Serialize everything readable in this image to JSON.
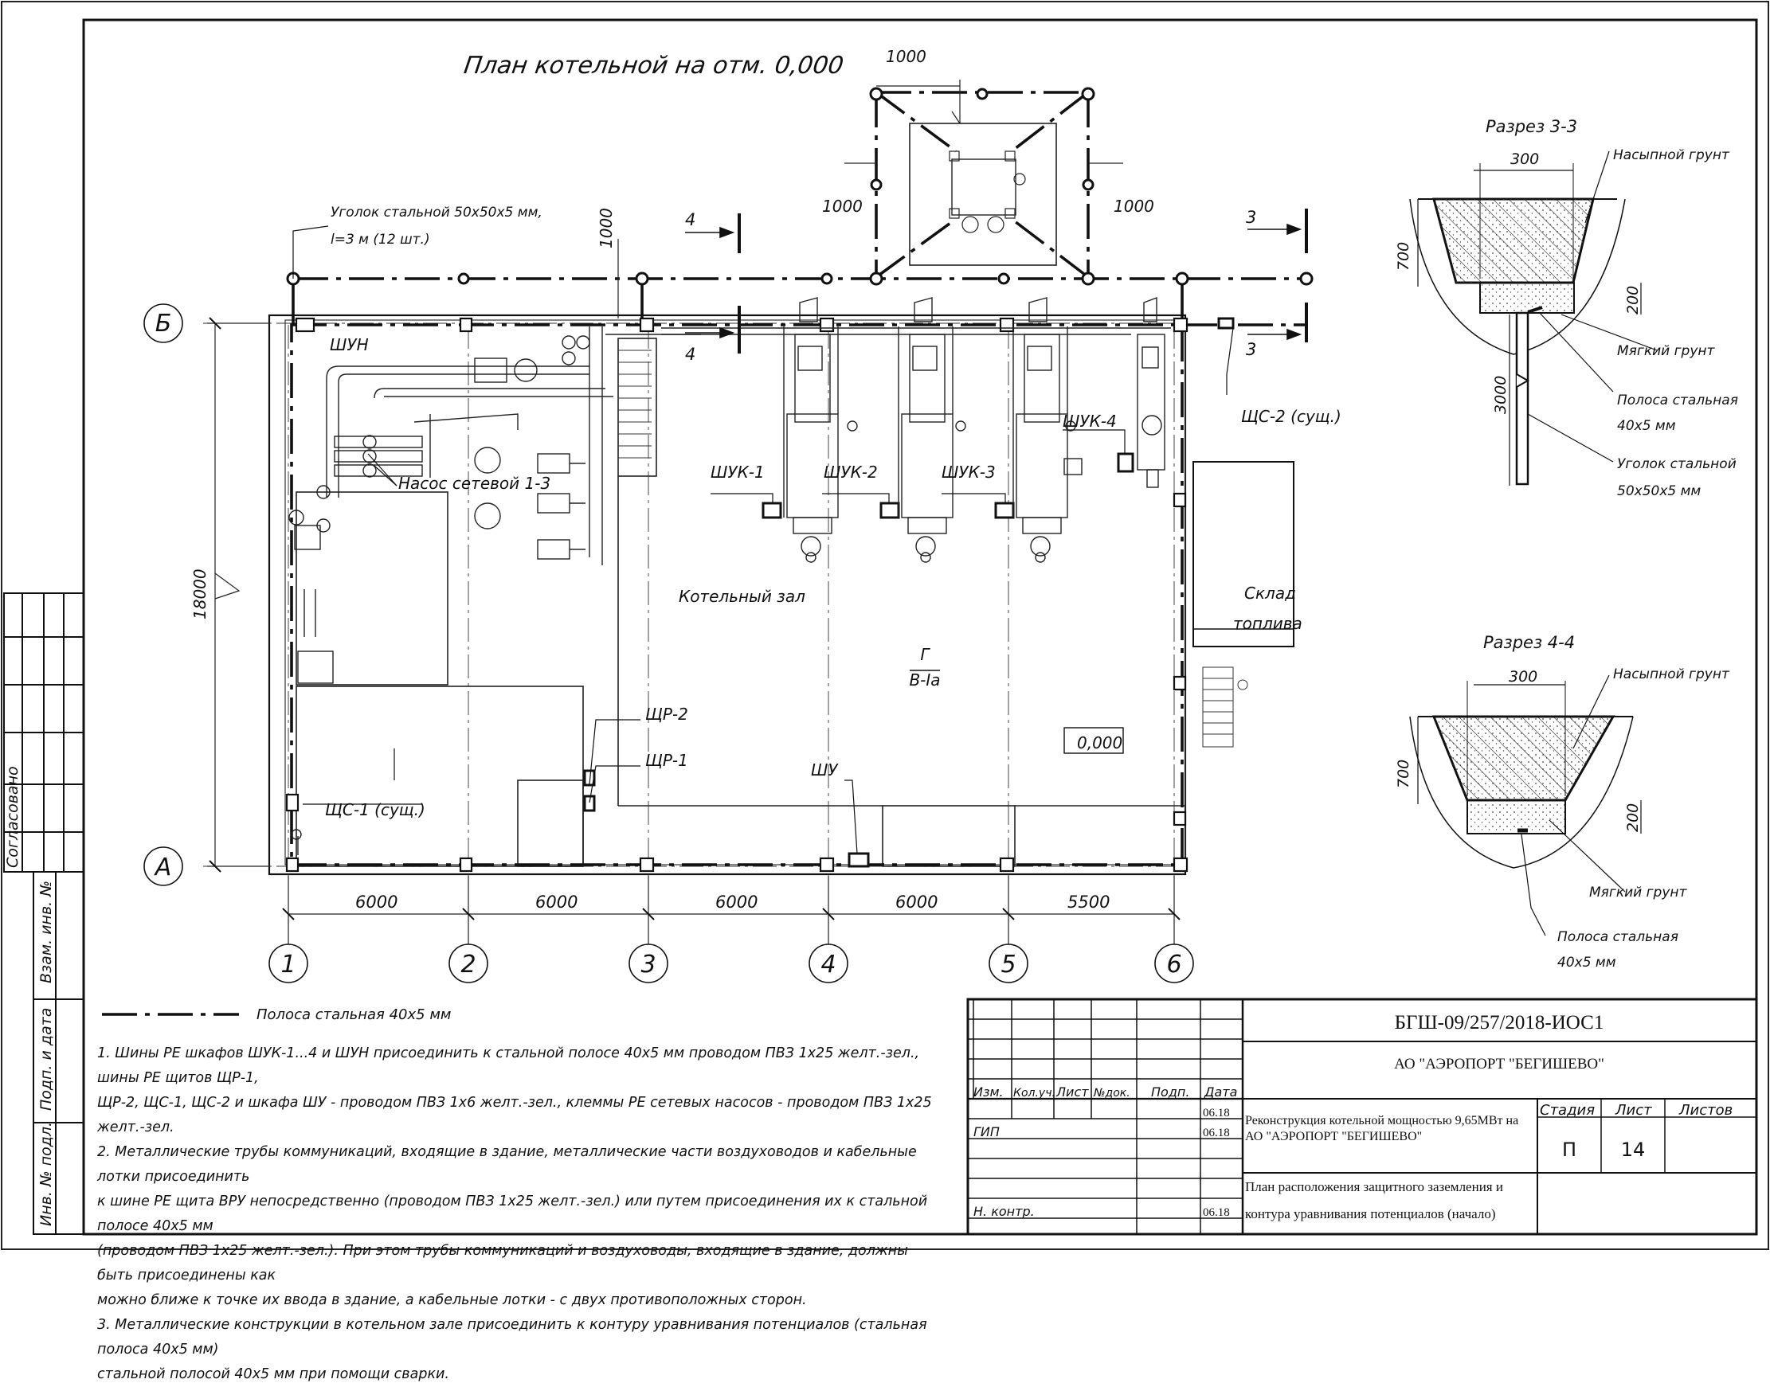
{
  "drawing": {
    "plan_title": "План котельной на отм. 0,000",
    "dims": {
      "top_1000": "1000",
      "left_1000": "1000",
      "right_1000": "1000",
      "vert_1000": "1000",
      "height_18000": "18000",
      "spans": [
        "6000",
        "6000",
        "6000",
        "6000",
        "5500"
      ]
    },
    "axes_cols": [
      "1",
      "2",
      "3",
      "4",
      "5",
      "6"
    ],
    "axes_rows": [
      "Б",
      "А"
    ],
    "section_marks": [
      "4",
      "4",
      "3",
      "3"
    ],
    "angle_note_1": "Уголок стальной 50х50х5 мм,",
    "angle_note_2": "l=3 м (12 шт.)",
    "labels": {
      "shun": "ШУН",
      "pump": "Насос сетевой 1-3",
      "shuk1": "ШУК-1",
      "shuk2": "ШУК-2",
      "shuk3": "ШУК-3",
      "shuk4": "ШУК-4",
      "shs2": "ЩС-2 (сущ.)",
      "boiler_hall": "Котельный зал",
      "cat_top": "Г",
      "cat_bottom": "В-Iа",
      "level": "0,000",
      "fuel_1": "Склад",
      "fuel_2": "топлива",
      "shr2": "ЩР-2",
      "shr1": "ЩР-1",
      "shu": "ШУ",
      "shs1": "ЩС-1 (сущ.)"
    }
  },
  "section33": {
    "title": "Разрез 3-3",
    "w300": "300",
    "h700": "700",
    "h200": "200",
    "h3000": "3000",
    "fill_soil": "Насыпной грунт",
    "soft_soil": "Мягкий грунт",
    "strip_1": "Полоса стальная",
    "strip_2": "40х5 мм",
    "angle_1": "Уголок стальной",
    "angle_2": "50х50х5 мм"
  },
  "section44": {
    "title": "Разрез 4-4",
    "w300": "300",
    "h700": "700",
    "h200": "200",
    "fill_soil": "Насыпной грунт",
    "soft_soil": "Мягкий грунт",
    "strip_1": "Полоса стальная",
    "strip_2": "40х5 мм"
  },
  "legend": "Полоса стальная 40х5 мм",
  "notes": [
    "1. Шины PE шкафов ШУК-1...4 и ШУН присоединить к стальной полосе 40х5 мм проводом ПВЗ 1х25 желт.-зел., шины PE щитов ЩР-1,",
    "ЩР-2, ЩС-1, ЩС-2 и шкафа ШУ - проводом ПВЗ 1х6 желт.-зел., клеммы PE сетевых насосов - проводом ПВЗ 1х25 желт.-зел.",
    "2. Металлические трубы коммуникаций, входящие в здание, металлические части воздуховодов и кабельные лотки присоединить",
    "к шине PE щита ВРУ непосредственно (проводом ПВЗ 1х25 желт.-зел.) или путем присоединения их к стальной полосе 40х5 мм",
    "(проводом ПВЗ 1х25 желт.-зел.). При этом трубы коммуникаций и воздуховоды, входящие в здание, должны быть присоединены как",
    "можно ближе к точке их ввода в здание, а кабельные лотки - с двух противоположных сторон.",
    "3. Металлические конструкции в котельном зале присоединить к контуру уравнивания потенциалов (стальная полоса 40х5 мм)",
    "стальной полосой 40х5 мм при помощи сварки."
  ],
  "side_stamp": {
    "agreed": "Согласовано",
    "inv_vz": "Взам. инв. №",
    "sign_date": "Подп. и дата",
    "inv_podl": "Инв. № подл."
  },
  "title_block": {
    "code": "БГШ-09/257/2018-ИОС1",
    "org": "АО \"АЭРОПОРТ \"БЕГИШЕВО\"",
    "headers": [
      "Изм.",
      "Кол.уч.",
      "Лист",
      "№док.",
      "Подп.",
      "Дата"
    ],
    "date": "06.18",
    "gip": "ГИП",
    "n_kontr": "Н. контр.",
    "project_1": "Реконструкция котельной мощностью 9,65МВт на",
    "project_2": "АО \"АЭРОПОРТ \"БЕГИШЕВО\"",
    "stage_h": "Стадия",
    "sheet_h": "Лист",
    "sheets_h": "Листов",
    "stage": "П",
    "sheet": "14",
    "sheet_title_1": "План расположения защитного заземления и",
    "sheet_title_2": "контура уравнивания потенциалов (начало)"
  }
}
